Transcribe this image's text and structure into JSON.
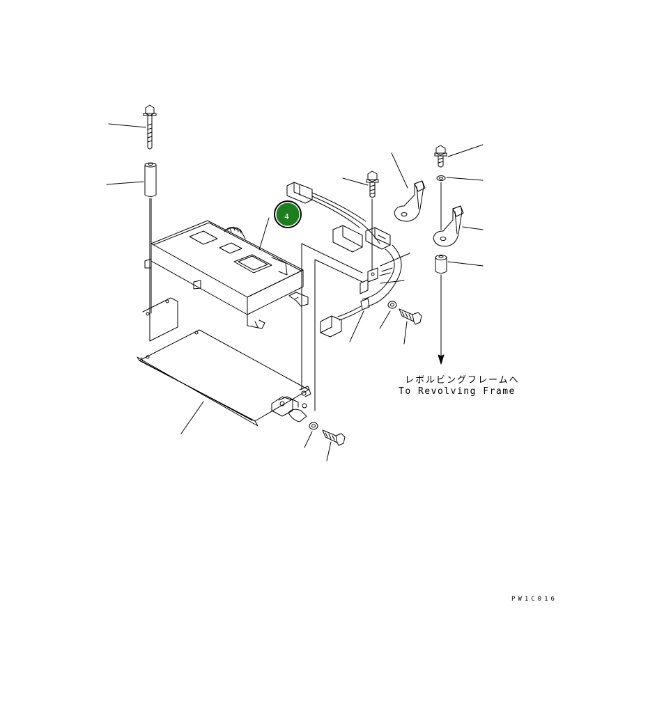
{
  "callout": {
    "number": "4",
    "color": "#1e7d1e"
  },
  "destination": {
    "jp": "レボルビングフレームへ",
    "en": "To Revolving Frame"
  },
  "drawing_code": "PW1C016",
  "colors": {
    "line": "#000000",
    "background": "#ffffff"
  }
}
